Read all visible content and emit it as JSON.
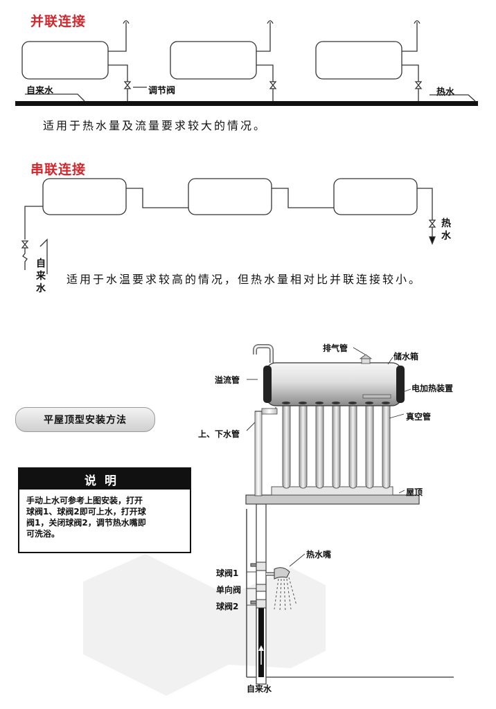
{
  "parallel": {
    "title": "并联连接",
    "cold_water": "自来水",
    "valve": "调节阀",
    "hot_water": "热水",
    "caption": "适用于热水量及流量要求较大的情况。"
  },
  "series": {
    "title": "串联连接",
    "hot_water": "热水",
    "cold_water": "自来水",
    "caption": "适用于水温要求较高的情况，但热水量相对比并联连接较小。"
  },
  "install": {
    "method_title": "平屋顶型安装方法",
    "labels": {
      "exhaust_pipe": "排气管",
      "storage_tank": "储水箱",
      "overflow_pipe": "溢流管",
      "electric_heater": "电加热装置",
      "vacuum_tube": "真空管",
      "up_down_pipe": "上、下水管",
      "roof": "屋顶",
      "hot_faucet": "热水嘴",
      "ball_valve_1": "球阀1",
      "check_valve": "单向阀",
      "ball_valve_2": "球阀2",
      "tap_water": "自来水"
    }
  },
  "note": {
    "heading": "说明",
    "lines": [
      "手动上水可参考上图安装，打开",
      "球阀1、球阀2即可上水，打开球",
      "阀1，关闭球阀2，调节热水嘴即",
      "可洗浴。"
    ]
  }
}
